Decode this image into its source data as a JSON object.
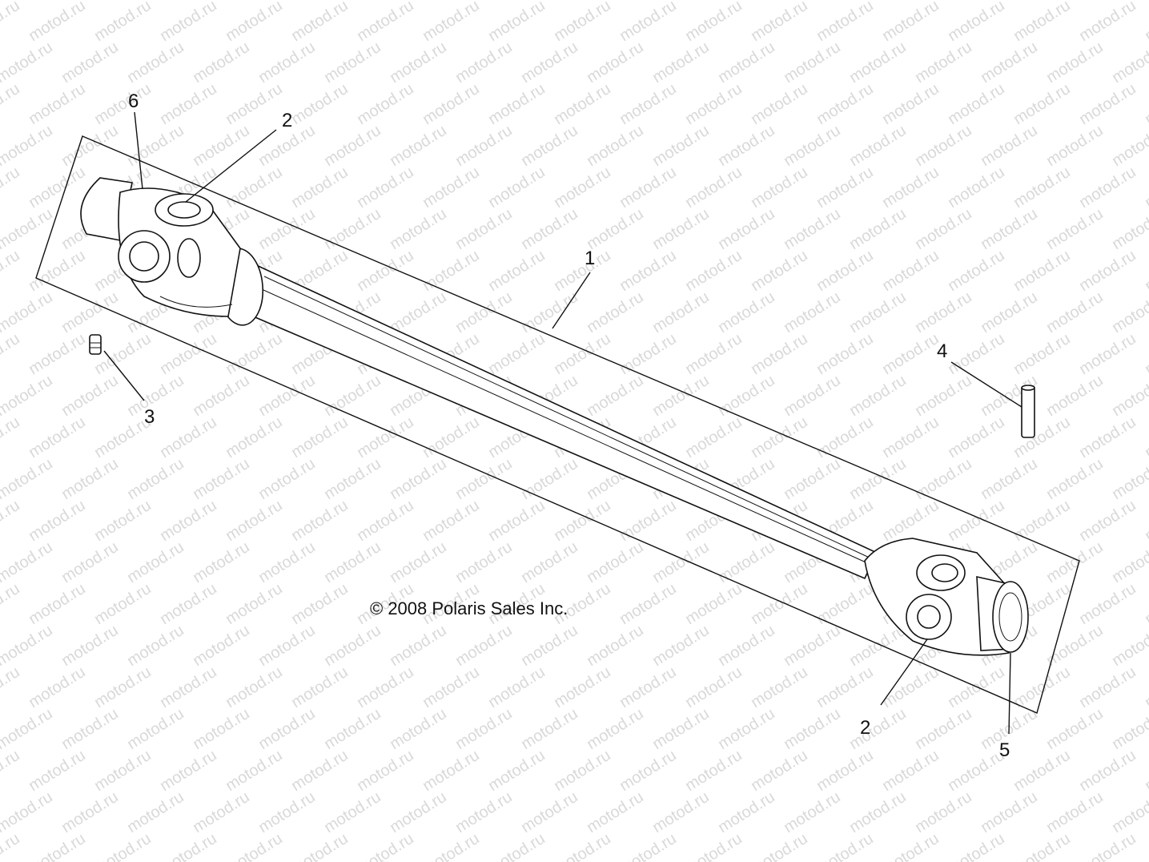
{
  "watermark": {
    "text": "motod.ru"
  },
  "copyright": "© 2008 Polaris Sales Inc.",
  "callouts": [
    {
      "id": "c1",
      "label": "1"
    },
    {
      "id": "c2a",
      "label": "2"
    },
    {
      "id": "c2b",
      "label": "2"
    },
    {
      "id": "c3",
      "label": "3"
    },
    {
      "id": "c4",
      "label": "4"
    },
    {
      "id": "c5",
      "label": "5"
    },
    {
      "id": "c6",
      "label": "6"
    }
  ]
}
